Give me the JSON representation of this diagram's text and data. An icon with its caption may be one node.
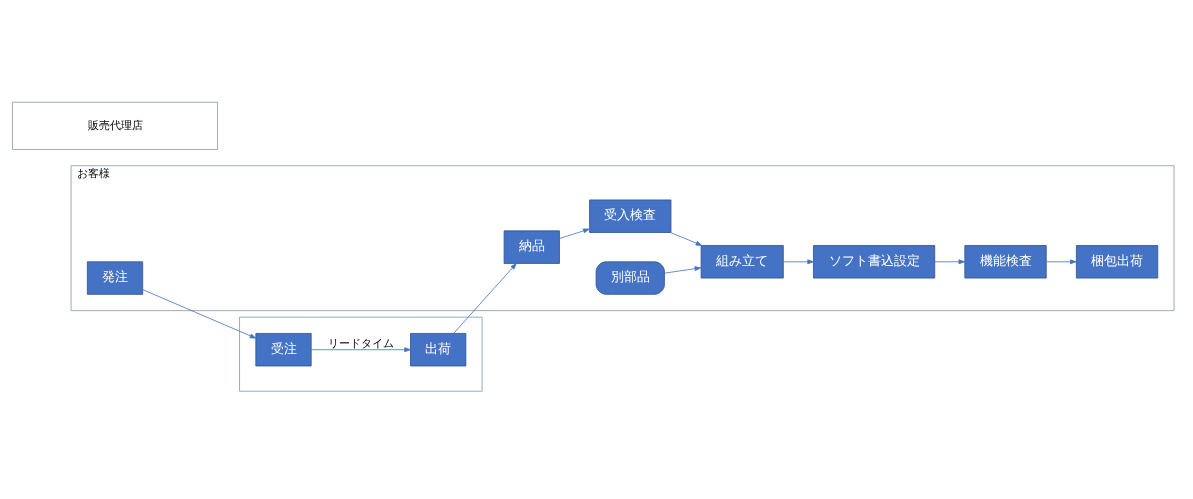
{
  "diagram": {
    "nodes": [
      {
        "text": [
          "お客様"
        ]
      },
      {
        "text": [
          "発注"
        ],
        "in": 0
      },
      {
        "text": [
          "納品"
        ],
        "in": 0
      },
      {
        "text": [
          "受入検査"
        ],
        "in": 0
      },
      {
        "text": [
          "組み立て"
        ],
        "in": 0
      },
      {
        "text": [
          "ソフト書込設定"
        ],
        "in": 0
      },
      {
        "text": [
          "機能検査"
        ],
        "in": 0
      },
      {
        "text": [
          "梱包出荷"
        ],
        "in": 0
      },
      {
        "text": [
          "別部品"
        ],
        "in": 0
      },
      {
        "text": [
          "販売代理店"
        ]
      },
      {
        "text": [],
        "shape": "box"
      },
      {
        "text": [
          "受注"
        ],
        "in": 10
      },
      {
        "text": [
          "出荷"
        ],
        "in": 10
      }
    ],
    "edges": [
      {
        "from": 1,
        "to": 11,
        "arrow": "to"
      },
      {
        "from": 11,
        "to": 12,
        "arrow": "to",
        "label": "リードタイム"
      },
      {
        "from": 12,
        "to": 2,
        "arrow": "to"
      },
      {
        "from": 2,
        "to": 3,
        "arrow": "to"
      },
      {
        "from": 3,
        "to": 4,
        "arrow": "to"
      },
      {
        "from": 4,
        "to": 5,
        "arrow": "to"
      },
      {
        "from": 5,
        "to": 6,
        "arrow": "to"
      },
      {
        "from": 6,
        "to": 7,
        "arrow": "to"
      },
      {
        "from": 8,
        "to": 4,
        "arrow": "to"
      }
    ]
  }
}
